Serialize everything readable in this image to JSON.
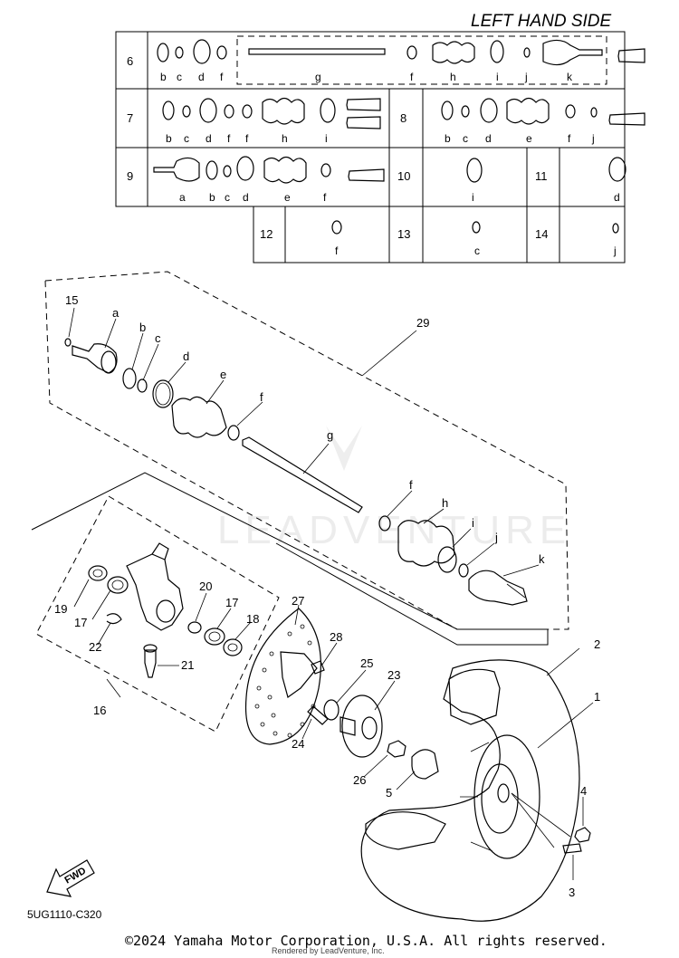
{
  "title": "LEFT HAND SIDE",
  "diagram_code": "5UG1110-C320",
  "fwd_label": "FWD",
  "copyright": "©2024 Yamaha Motor Corporation, U.S.A. All rights reserved.",
  "rendered_by": "Rendered by LeadVenture, Inc.",
  "watermark": "LEADVENTURE",
  "table": {
    "rows": [
      {
        "no": "6",
        "letters": [
          "b",
          "c",
          "d",
          "f",
          "g",
          "f",
          "h",
          "i",
          "j",
          "k"
        ]
      },
      {
        "no": "7",
        "letters": [
          "b",
          "c",
          "d",
          "f",
          "f",
          "h",
          "i"
        ]
      },
      {
        "no": "8",
        "letters": [
          "b",
          "c",
          "d",
          "e",
          "f",
          "j"
        ]
      },
      {
        "no": "9",
        "letters": [
          "a",
          "b",
          "c",
          "d",
          "e",
          "f"
        ]
      },
      {
        "no": "10",
        "letters": [
          "i"
        ]
      },
      {
        "no": "11",
        "letters": [
          "d"
        ]
      },
      {
        "no": "12",
        "letters": [
          "f"
        ]
      },
      {
        "no": "13",
        "letters": [
          "c"
        ]
      },
      {
        "no": "14",
        "letters": [
          "j"
        ]
      }
    ]
  },
  "callouts": {
    "c1": "1",
    "c2": "2",
    "c3": "3",
    "c4": "4",
    "c5": "5",
    "c15": "15",
    "c16": "16",
    "c17a": "17",
    "c17b": "17",
    "c18": "18",
    "c19": "19",
    "c20": "20",
    "c21": "21",
    "c22": "22",
    "c23": "23",
    "c24": "24",
    "c25": "25",
    "c26": "26",
    "c27": "27",
    "c28": "28",
    "c29": "29",
    "ca": "a",
    "cb": "b",
    "cc": "c",
    "cd": "d",
    "ce": "e",
    "cf1": "f",
    "cg": "g",
    "cf2": "f",
    "ch": "h",
    "ci": "i",
    "cj": "j",
    "ck": "k"
  }
}
